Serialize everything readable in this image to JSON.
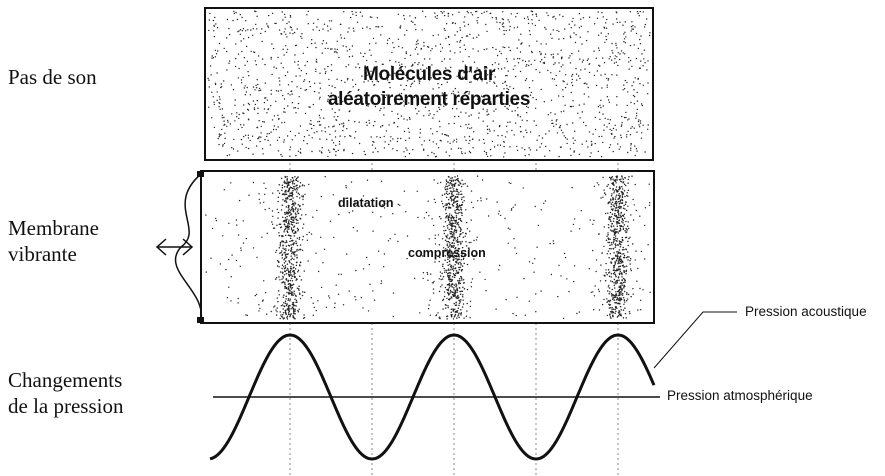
{
  "labels": {
    "pas_de_son": "Pas de son",
    "membrane_line1": "Membrane",
    "membrane_line2": "vibrante",
    "changements_line1": "Changements",
    "changements_line2": "de la pression"
  },
  "box_top_text": {
    "line1": "Molécules d'air",
    "line2": "aléatoirement réparties"
  },
  "box_middle_text": {
    "dilatation": "dilatation",
    "compression": "compression"
  },
  "wave_labels": {
    "acoustique": "Pression acoustique",
    "atmospherique": "Pression atmosphérique"
  },
  "colors": {
    "ink": "#111111",
    "guide": "#888888"
  }
}
